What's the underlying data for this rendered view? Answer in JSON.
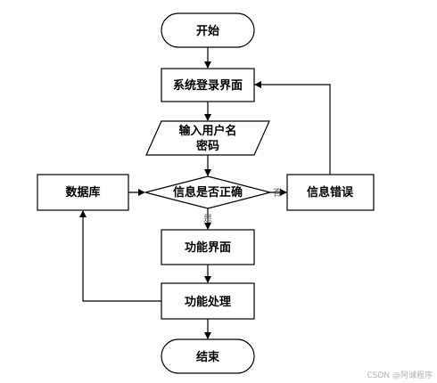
{
  "nodes": {
    "start": "开始",
    "login_ui": "系统登录界面",
    "input_line1": "输入用户名",
    "input_line2": "密码",
    "database": "数据库",
    "check": "信息是否正确",
    "error": "信息错误",
    "feature_ui": "功能界面",
    "feature_proc": "功能处理",
    "end": "结束"
  },
  "edges": {
    "no": "否",
    "yes": "是"
  },
  "watermark": "CSDN @阿诚程序"
}
